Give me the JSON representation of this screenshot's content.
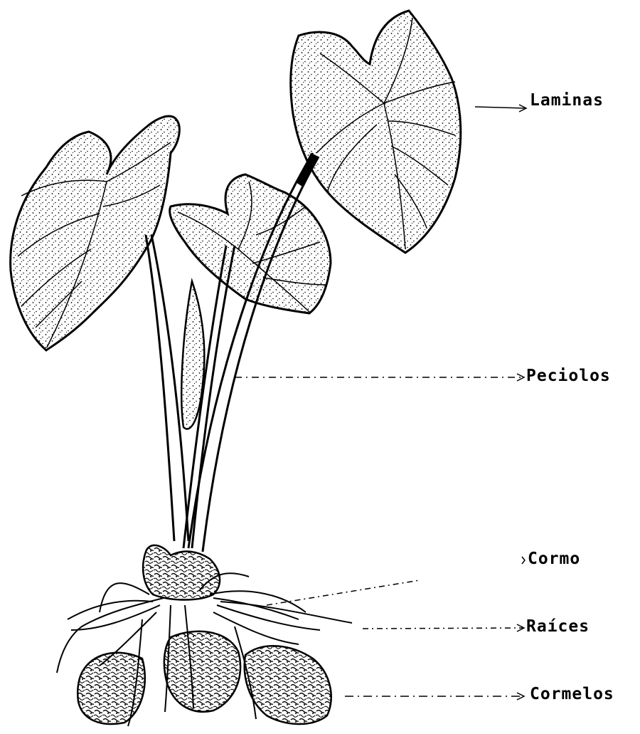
{
  "labels": {
    "laminas": "Laminas",
    "peciolos": "Peciolos",
    "cormo": "Cormo",
    "raices": "Raíces",
    "cormelos": "Cormelos"
  },
  "colors": {
    "ink": "#000000",
    "paper": "#ffffff"
  }
}
